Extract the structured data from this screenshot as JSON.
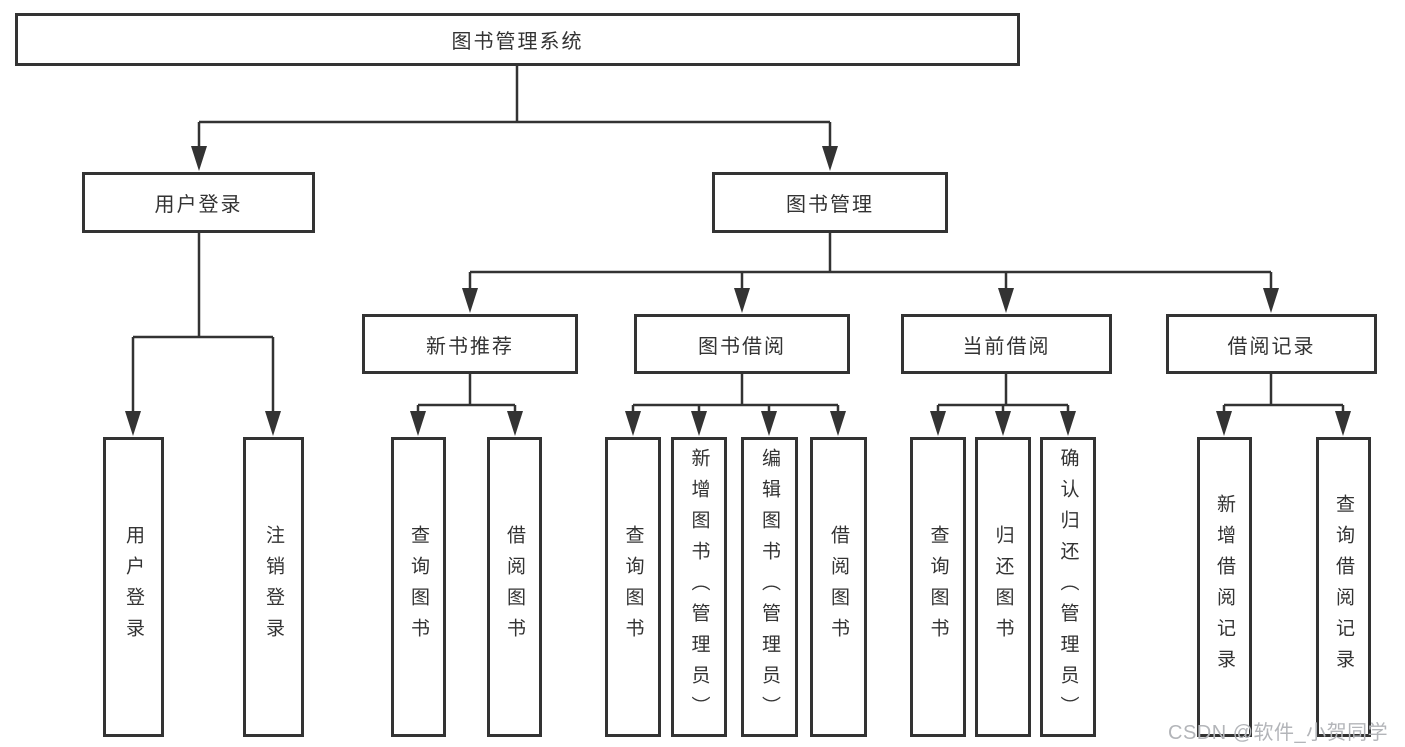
{
  "nodes": {
    "root": "图书管理系统",
    "level2": [
      "用户登录",
      "图书管理"
    ],
    "level3": [
      "新书推荐",
      "图书借阅",
      "当前借阅",
      "借阅记录"
    ],
    "level4": {
      "user_login_children": [
        "用户登录",
        "注销登录"
      ],
      "new_book_children": [
        "查询图书",
        "借阅图书"
      ],
      "book_borrow_children": [
        "查询图书",
        "新增图书（管理员）",
        "编辑图书（管理员）",
        "借阅图书"
      ],
      "current_borrow_children": [
        "查询图书",
        "归还图书",
        "确认归还（管理员）"
      ],
      "borrow_record_children": [
        "新增借阅记录",
        "查询借阅记录"
      ]
    }
  },
  "watermark": "CSDN @软件_小贺同学",
  "colors": {
    "line": "#333333",
    "box_border": "#333333",
    "text": "#333333",
    "watermark": "#b3b5b9",
    "background": "#ffffff"
  }
}
